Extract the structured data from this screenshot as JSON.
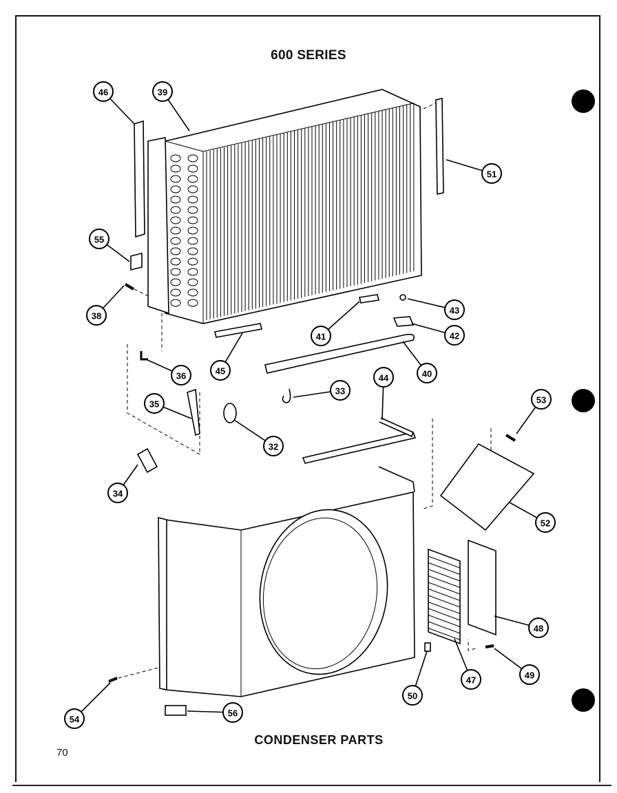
{
  "header": {
    "title": "600 SERIES"
  },
  "footer": {
    "caption": "CONDENSER PARTS",
    "page_number": "70"
  },
  "callouts": [
    {
      "id": "46",
      "label": "46"
    },
    {
      "id": "39",
      "label": "39"
    },
    {
      "id": "51",
      "label": "51"
    },
    {
      "id": "55",
      "label": "55"
    },
    {
      "id": "38",
      "label": "38"
    },
    {
      "id": "43",
      "label": "43"
    },
    {
      "id": "41",
      "label": "41"
    },
    {
      "id": "42",
      "label": "42"
    },
    {
      "id": "45",
      "label": "45"
    },
    {
      "id": "36",
      "label": "36"
    },
    {
      "id": "40",
      "label": "40"
    },
    {
      "id": "44",
      "label": "44"
    },
    {
      "id": "33",
      "label": "33"
    },
    {
      "id": "53",
      "label": "53"
    },
    {
      "id": "35",
      "label": "35"
    },
    {
      "id": "32",
      "label": "32"
    },
    {
      "id": "34",
      "label": "34"
    },
    {
      "id": "52",
      "label": "52"
    },
    {
      "id": "48",
      "label": "48"
    },
    {
      "id": "47",
      "label": "47"
    },
    {
      "id": "49",
      "label": "49"
    },
    {
      "id": "50",
      "label": "50"
    },
    {
      "id": "54",
      "label": "54"
    },
    {
      "id": "56",
      "label": "56"
    }
  ]
}
